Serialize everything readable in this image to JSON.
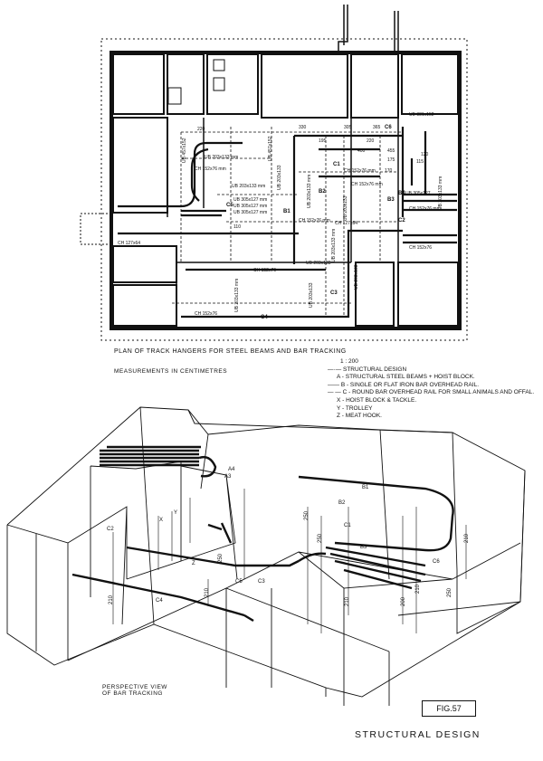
{
  "plan": {
    "caption": "PLAN OF TRACK HANGERS FOR STEEL BEAMS AND BAR TRACKING",
    "measurements": "MEASUREMENTS IN CENTIMETRES",
    "scale": "1 : 200",
    "labels": [
      "220",
      "UB 381x152",
      "UB 203x133 mm",
      "CH 127x64",
      "UB 457x152",
      "UB 457x152",
      "UB 305x127 mm",
      "UB 305x127 mm",
      "UB 305x127 mm",
      "UB 203x133 mm",
      "CH 152x76 mm",
      "CH 152x76 mm",
      "UB 203x133",
      "CH 152x76",
      "330",
      "305",
      "365",
      "220",
      "195",
      "400",
      "455",
      "175",
      "170",
      "CH 152x76 mm",
      "CH 152x76 mm",
      "UB 203x133 mm",
      "UB 203x133",
      "UB 305x127",
      "UB 203x133 mm",
      "CH 152x76 mm",
      "UB 203x133 mm",
      "CH 127x64",
      "CH 152x76",
      "UB 203x133",
      "UB 203x133 mm",
      "CH 152x76",
      "UB 203x133",
      "120",
      "115",
      "110",
      "UB 203x133"
    ],
    "markers": [
      "B1",
      "C1",
      "C2",
      "C3",
      "C4",
      "C5",
      "B2",
      "B3",
      "B4",
      "C6"
    ]
  },
  "legend": {
    "items": [
      "STRUCTURAL DESIGN",
      "A - STRUCTURAL STEEL BEAMS + HOIST BLOCK.",
      "B - SINGLE OR FLAT IRON BAR OVERHEAD RAIL.",
      "C - ROUND BAR OVERHEAD RAIL FOR SMALL ANIMALS AND OFFAL.",
      "X - HOIST BLOCK & TACKLE.",
      "Y - TROLLEY",
      "Z - MEAT HOOK."
    ]
  },
  "perspective": {
    "caption_line1": "PERSPECTIVE VIEW",
    "caption_line2": "OF BAR TRACKING",
    "labels": [
      "A4",
      "A3",
      "B1",
      "B2",
      "B3",
      "C1",
      "C2",
      "C3",
      "C4",
      "C5",
      "C6",
      "210",
      "250",
      "210",
      "250",
      "250",
      "210",
      "200",
      "210",
      "250",
      "210",
      "X",
      "Y",
      "Z"
    ]
  },
  "figure_number": "FIG.57",
  "title": "STRUCTURAL DESIGN"
}
